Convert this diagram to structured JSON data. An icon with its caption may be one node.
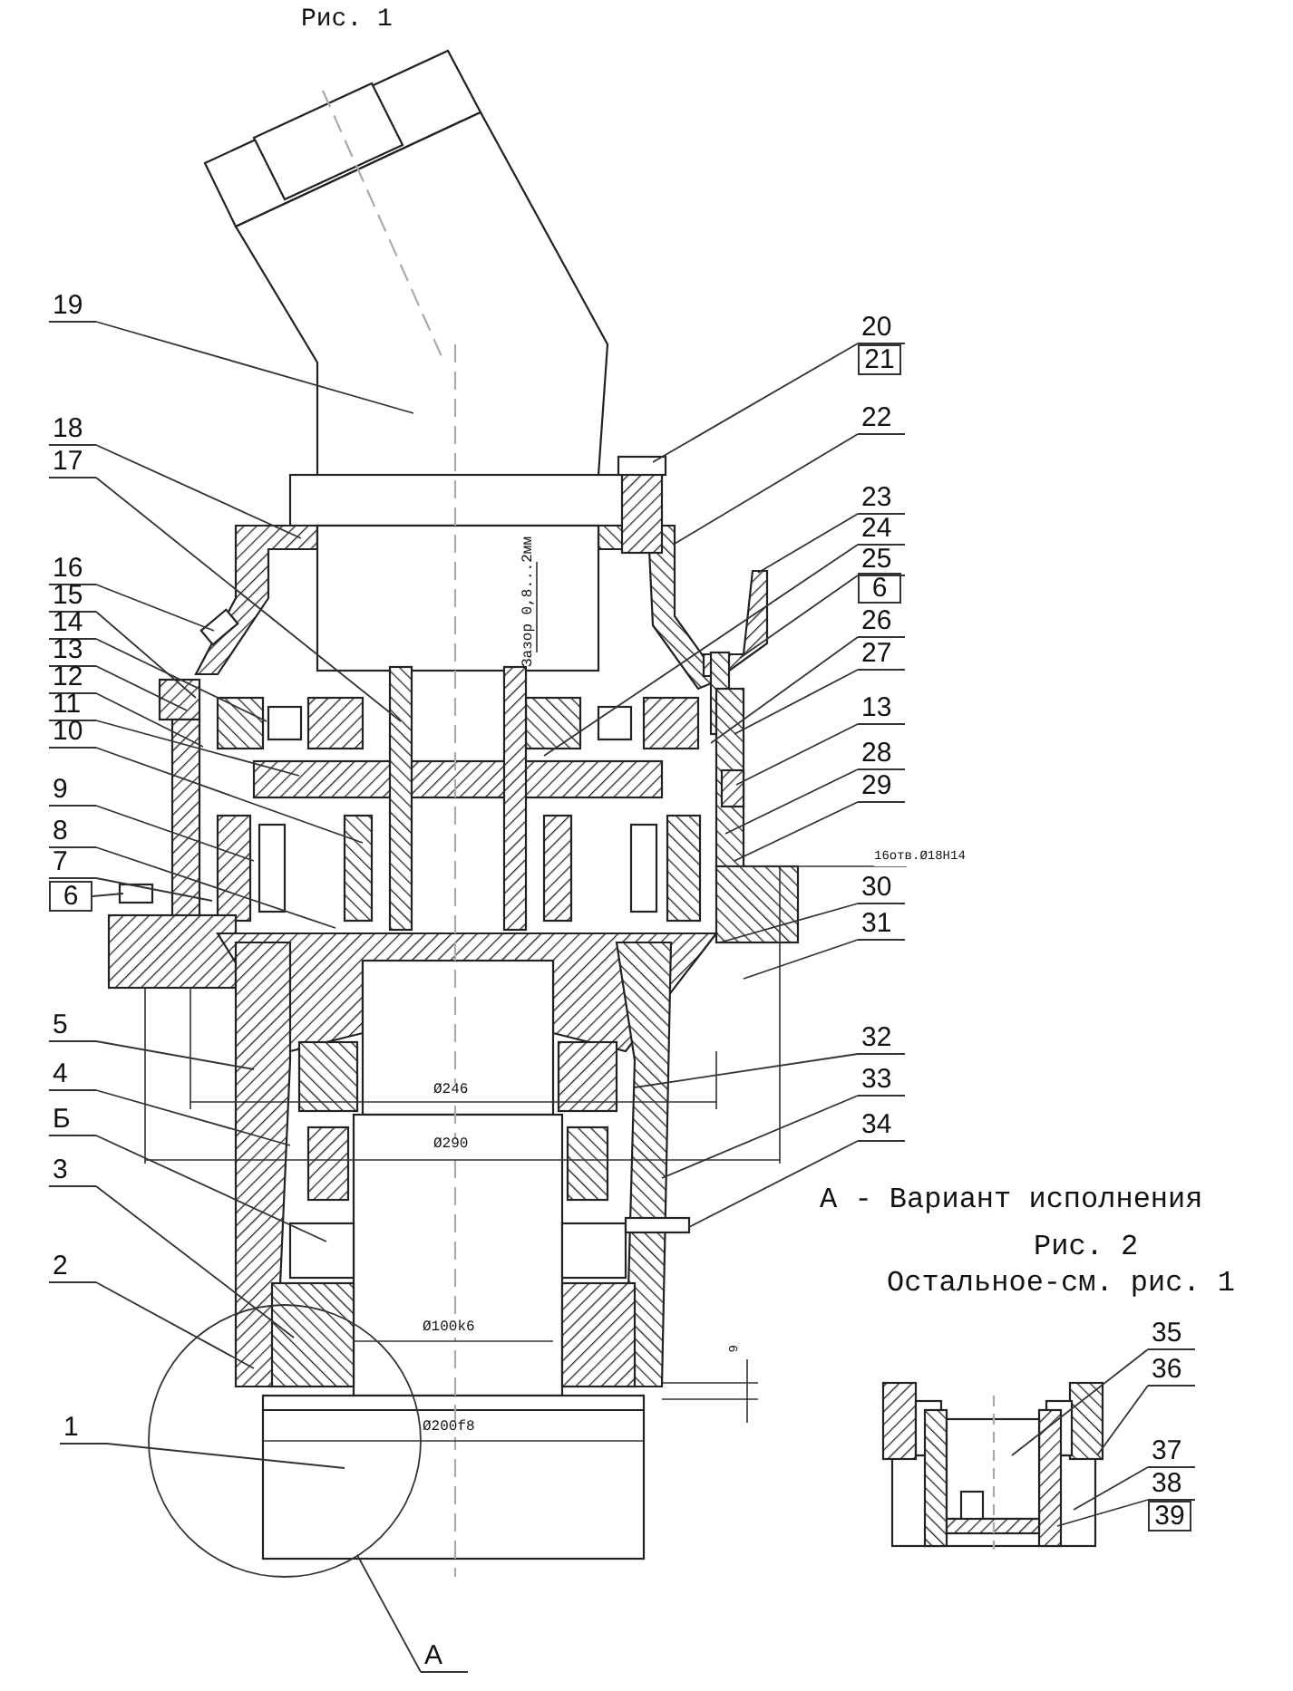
{
  "diagram": {
    "title": "Рис. 1",
    "nodes": [
      {
        "text": [
          "19"
        ]
      },
      {
        "text": [
          "18"
        ]
      },
      {
        "text": [
          "17"
        ]
      },
      {
        "text": [
          "16"
        ]
      },
      {
        "text": [
          "15"
        ]
      },
      {
        "text": [
          "14"
        ]
      },
      {
        "text": [
          "13"
        ]
      },
      {
        "text": [
          "12"
        ]
      },
      {
        "text": [
          "11"
        ]
      },
      {
        "text": [
          "10"
        ]
      },
      {
        "text": [
          "9"
        ]
      },
      {
        "text": [
          "8"
        ]
      },
      {
        "text": [
          "7"
        ]
      },
      {
        "text": [
          "6"
        ]
      },
      {
        "text": [
          "5"
        ]
      },
      {
        "text": [
          "4"
        ]
      },
      {
        "text": [
          "Б"
        ]
      },
      {
        "text": [
          "3"
        ]
      },
      {
        "text": [
          "2"
        ]
      },
      {
        "text": [
          "1"
        ]
      },
      {
        "text": [
          "А"
        ]
      },
      {
        "text": [
          "20"
        ]
      },
      {
        "text": [
          "21"
        ]
      },
      {
        "text": [
          "22"
        ]
      },
      {
        "text": [
          "23"
        ]
      },
      {
        "text": [
          "24"
        ]
      },
      {
        "text": [
          "25"
        ]
      },
      {
        "text": [
          "6"
        ]
      },
      {
        "text": [
          "26"
        ]
      },
      {
        "text": [
          "27"
        ]
      },
      {
        "text": [
          "13"
        ]
      },
      {
        "text": [
          "28"
        ]
      },
      {
        "text": [
          "29"
        ]
      },
      {
        "text": [
          "30"
        ]
      },
      {
        "text": [
          "31"
        ]
      },
      {
        "text": [
          "32"
        ]
      },
      {
        "text": [
          "33"
        ]
      },
      {
        "text": [
          "34"
        ]
      },
      {
        "text": [
          "35"
        ]
      },
      {
        "text": [
          "36"
        ]
      },
      {
        "text": [
          "37"
        ]
      },
      {
        "text": [
          "38"
        ]
      },
      {
        "text": [
          "39"
        ]
      }
    ],
    "edges": [
      {
        "from": 0,
        "to": null,
        "arrow": "none"
      },
      {
        "from": 1,
        "to": null,
        "arrow": "none"
      },
      {
        "from": 2,
        "to": null,
        "arrow": "none"
      },
      {
        "from": 3,
        "to": null,
        "arrow": "none"
      },
      {
        "from": 4,
        "to": null,
        "arrow": "none"
      },
      {
        "from": 5,
        "to": null,
        "arrow": "none"
      },
      {
        "from": 6,
        "to": null,
        "arrow": "none"
      },
      {
        "from": 7,
        "to": null,
        "arrow": "none"
      },
      {
        "from": 8,
        "to": null,
        "arrow": "none"
      },
      {
        "from": 9,
        "to": null,
        "arrow": "none"
      },
      {
        "from": 10,
        "to": null,
        "arrow": "none"
      },
      {
        "from": 11,
        "to": null,
        "arrow": "none"
      },
      {
        "from": 12,
        "to": null,
        "arrow": "none"
      },
      {
        "from": 13,
        "to": null,
        "arrow": "none"
      },
      {
        "from": 14,
        "to": null,
        "arrow": "none"
      },
      {
        "from": 15,
        "to": null,
        "arrow": "none"
      },
      {
        "from": 16,
        "to": null,
        "arrow": "none"
      },
      {
        "from": 17,
        "to": null,
        "arrow": "none"
      },
      {
        "from": 18,
        "to": null,
        "arrow": "none"
      },
      {
        "from": 19,
        "to": null,
        "arrow": "none"
      },
      {
        "from": 20,
        "to": null,
        "arrow": "none"
      },
      {
        "from": 21,
        "to": null,
        "arrow": "none"
      },
      {
        "from": 23,
        "to": null,
        "arrow": "none"
      },
      {
        "from": 24,
        "to": null,
        "arrow": "none"
      },
      {
        "from": 25,
        "to": null,
        "arrow": "none"
      },
      {
        "from": 26,
        "to": null,
        "arrow": "none"
      },
      {
        "from": 28,
        "to": null,
        "arrow": "none"
      },
      {
        "from": 29,
        "to": null,
        "arrow": "none"
      },
      {
        "from": 30,
        "to": null,
        "arrow": "none"
      },
      {
        "from": 31,
        "to": null,
        "arrow": "none"
      },
      {
        "from": 32,
        "to": null,
        "arrow": "none"
      },
      {
        "from": 33,
        "to": null,
        "arrow": "none"
      },
      {
        "from": 34,
        "to": null,
        "arrow": "none"
      },
      {
        "from": 35,
        "to": null,
        "arrow": "none"
      },
      {
        "from": 36,
        "to": null,
        "arrow": "none"
      },
      {
        "from": 37,
        "to": null,
        "arrow": "none"
      },
      {
        "from": 38,
        "to": null,
        "arrow": "none"
      },
      {
        "from": 39,
        "to": null,
        "arrow": "none"
      },
      {
        "from": 40,
        "to": null,
        "arrow": "none"
      },
      {
        "from": 41,
        "to": null,
        "arrow": "none"
      }
    ],
    "labels": [
      "Зазор 0,8...2мм",
      "16отв.Ø18H14",
      "Ø246",
      "Ø290",
      "Ø100k6",
      "6",
      "Ø200f8",
      "А - Вариант исполнения",
      "Рис. 2",
      "Остальное-см. рис. 1"
    ]
  }
}
